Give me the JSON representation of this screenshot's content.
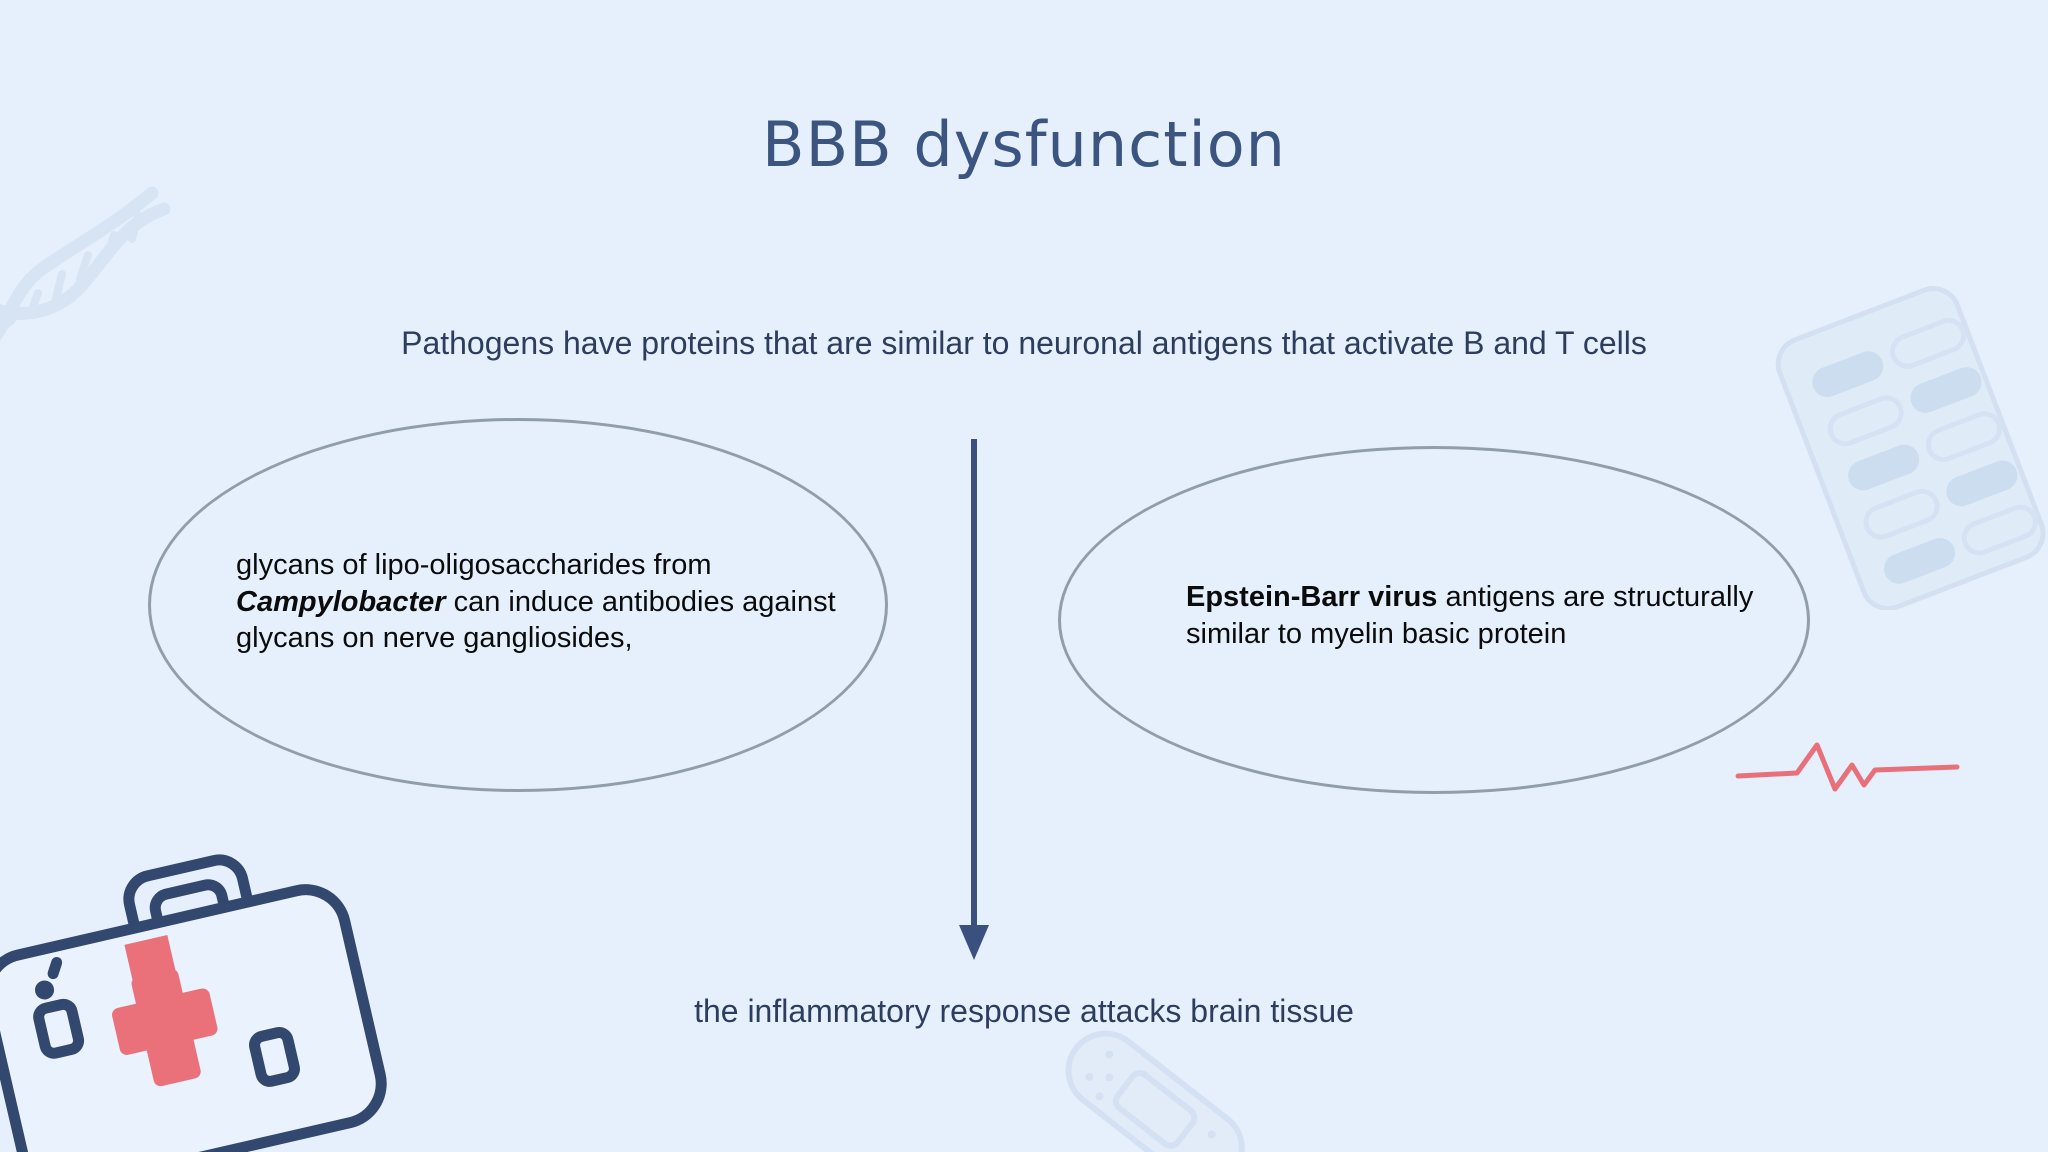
{
  "slide": {
    "title": "BBB dysfunction",
    "background_color": "#e6f0fd",
    "title_color": "#3b5480",
    "body_text_color": "#2c3d5e",
    "bubble_stroke_color": "#909daa",
    "arrow_color": "#3a5180",
    "accent_color": "#e8707a",
    "watermark_color": "#d5e3f2"
  },
  "subtitle": {
    "text": "Pathogens have proteins that are similar to neuronal antigens that activate B and T cells"
  },
  "bubbles": [
    {
      "id": "campylobacter",
      "prefix": "glycans of lipo-oligosaccharides from ",
      "emphasis": "Campylobacter",
      "emphasis_style": "bold-italic",
      "suffix": " can induce antibodies against glycans on nerve gangliosides,",
      "full_text": "glycans of lipo-oligosaccharides from Campylobacter can induce antibodies against glycans on nerve gangliosides,"
    },
    {
      "id": "epstein-barr",
      "prefix": "",
      "emphasis": "Epstein-Barr virus",
      "emphasis_style": "bold",
      "suffix": " antigens are structurally similar to myelin basic protein",
      "full_text": "Epstein-Barr virus antigens are structurally similar to myelin basic protein"
    }
  ],
  "conclusion": {
    "text": "the inflammatory response attacks brain tissue"
  },
  "decorations": [
    {
      "id": "dna",
      "icon": "dna-helix-icon",
      "position": "top-left"
    },
    {
      "id": "pills",
      "icon": "pill-blister-icon",
      "position": "top-right"
    },
    {
      "id": "ecg",
      "icon": "heartbeat-line-icon",
      "position": "middle-right"
    },
    {
      "id": "bandage",
      "icon": "bandage-icon",
      "position": "bottom-center"
    },
    {
      "id": "kit",
      "icon": "first-aid-kit-icon",
      "position": "bottom-left"
    }
  ],
  "arrow": {
    "direction": "down",
    "label": "flow-arrow-down"
  }
}
